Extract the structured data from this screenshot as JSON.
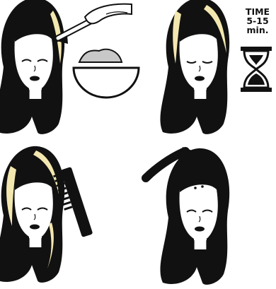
{
  "steps": [
    {
      "name": "apply-dye",
      "icons": [
        "brush-icon",
        "bowl-icon"
      ]
    },
    {
      "name": "wait",
      "timer": {
        "line1": "TIME",
        "line2": "5-15",
        "line3": "min."
      },
      "icons": [
        "hourglass-icon"
      ]
    },
    {
      "name": "comb-through",
      "icons": [
        "comb-icon"
      ]
    },
    {
      "name": "rinse",
      "icons": [
        "shower-icon"
      ]
    }
  ],
  "colors": {
    "hair": "#111111",
    "highlight": "#f3e7b0",
    "skin": "#ffffff",
    "bowl_mix": "#c8c8c8",
    "lips": "#111111"
  }
}
